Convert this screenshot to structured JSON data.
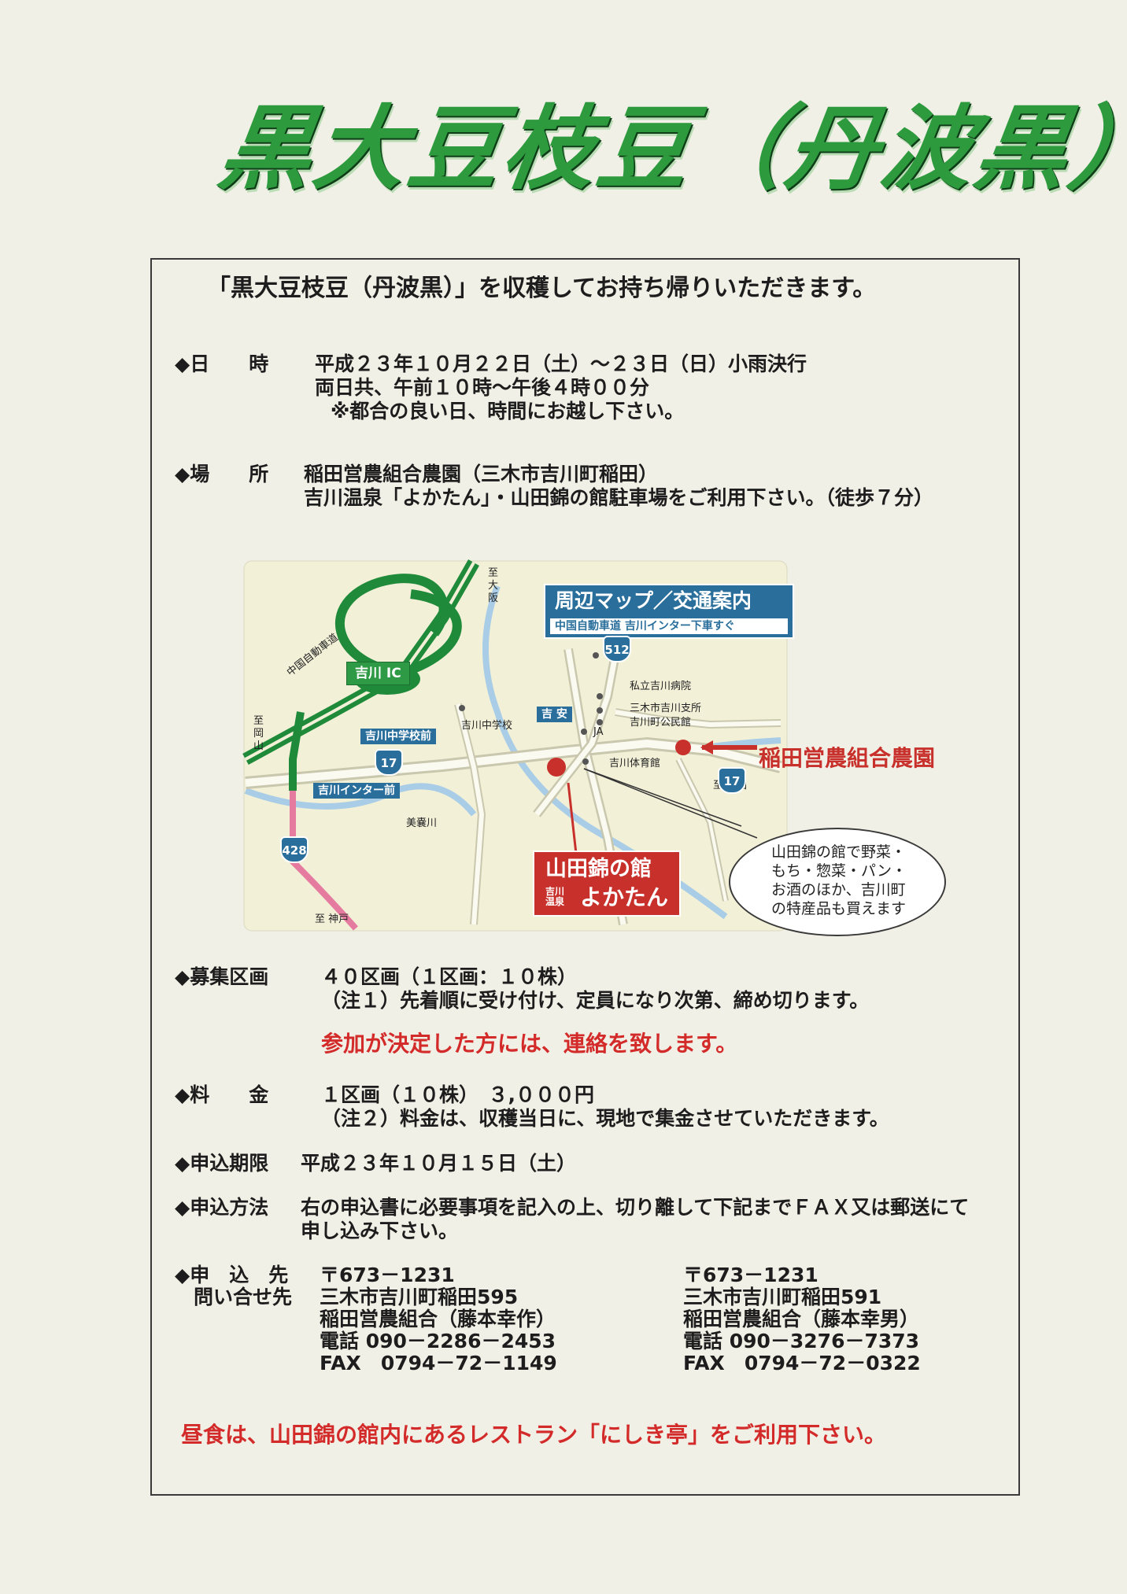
{
  "header": {
    "title": "黒大豆枝豆（丹波黒）"
  },
  "intro": "「黒大豆枝豆（丹波黒）」を収穫してお持ち帰りいただきます。",
  "datetime": {
    "label": "◆日　　時",
    "line1": "平成２３年１０月２２日（土）～２３日（日）小雨決行",
    "line2": "両日共、午前１０時～午後４時００分",
    "line3": "※都合の良い日、時間にお越し下さい。"
  },
  "place": {
    "label": "◆場　　所",
    "line1": "稲田営農組合農園（三木市吉川町稲田）",
    "line2": "吉川温泉「よかたん」・山田錦の館駐車場をご利用下さい。（徒歩７分）"
  },
  "map": {
    "title": "周辺マップ／交通案内",
    "subtitle": "中国自動車道 吉川インター下車すぐ",
    "ic_label": "吉川 IC",
    "expressway": "中国自動車道",
    "to_osaka": "至大阪",
    "to_okayama": "至岡山",
    "to_miki": "至 三田",
    "to_kobe": "至 神戸",
    "sign_junior_high": "吉川中学校前",
    "sign_interchange_front": "吉川インター前",
    "sign_yoshiyasu": "吉 安",
    "route_512": "512",
    "route_17a": "17",
    "route_17b": "17",
    "route_428": "428",
    "hospital": "私立吉川病院",
    "branch_office": "三木市吉川支所",
    "community_hall": "吉川町公民館",
    "junior_high": "吉川中学校",
    "ja": "JA",
    "gym": "吉川体育館",
    "river": "美嚢川",
    "farm_label": "稲田営農組合農園",
    "dest_name": "山田錦の館",
    "dest_small": "吉川\n温泉",
    "dest_brand": "よかたん",
    "bubble": [
      "山田錦の館で野菜・",
      "もち・惣菜・パン・",
      "お酒のほか、吉川町",
      "の特産品も買えます"
    ],
    "colors": {
      "route_blue": "#2a6f9c",
      "ic_green": "#2f9a45",
      "dest_red": "#c8302c"
    }
  },
  "recruit": {
    "label": "◆募集区画",
    "line1": "４０区画（１区画：１０株）",
    "line2": "（注１）先着順に受け付け、定員になり次第、締め切ります。",
    "notice": "参加が決定した方には、連絡を致します。"
  },
  "fee": {
    "label": "◆料　　金",
    "line1": "１区画（１０株）　３,０００円",
    "line2": "（注２）料金は、収穫当日に、現地で集金させていただきます。"
  },
  "deadline": {
    "label": "◆申込期限",
    "value": "平成２３年１０月１５日（土）"
  },
  "method": {
    "label": "◆申込方法",
    "line1": "右の申込書に必要事項を記入の上、切り離して下記までＦＡＸ又は郵送にて",
    "line2": "申し込み下さい。"
  },
  "contact": {
    "label1": "◆申　込　先",
    "label2": "問い合せ先",
    "left": [
      "〒673－1231",
      "三木市吉川町稲田595",
      "稲田営農組合（藤本幸作）",
      "電話 090－2286－2453",
      "FAX　0794－72－1149"
    ],
    "right": [
      "〒673－1231",
      "三木市吉川町稲田591",
      "稲田営農組合（藤本幸男）",
      "電話 090－3276－7373",
      "FAX　0794－72－0322"
    ]
  },
  "footer": "昼食は、山田錦の館内にあるレストラン「にしき亭」をご利用下さい。",
  "colors": {
    "title_green": "#2e9a3e",
    "notice_red": "#d32a2a",
    "page_bg": "#f1f0e6"
  }
}
